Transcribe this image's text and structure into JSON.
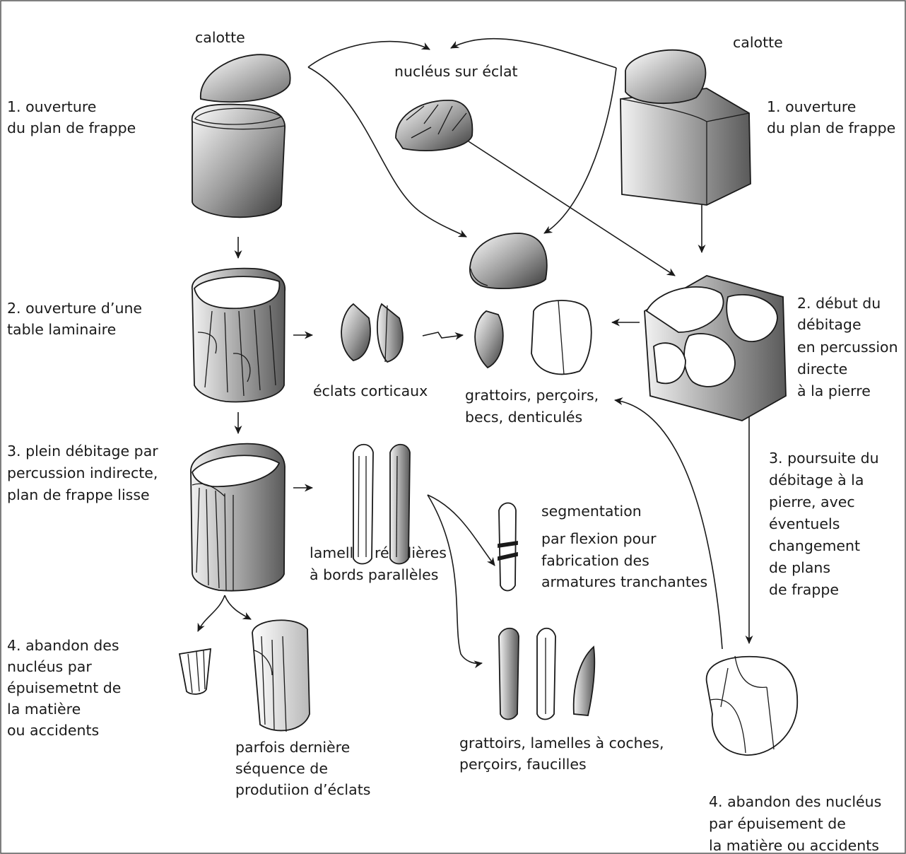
{
  "left_sequence": {
    "calotte": "calotte",
    "step1": [
      "1. ouverture",
      "du plan de frappe"
    ],
    "step2": [
      "2. ouverture d’une",
      "table laminaire"
    ],
    "step3": [
      "3. plein débitage par",
      "percussion indirecte,",
      "plan de frappe lisse"
    ],
    "step4": [
      "4. abandon des",
      "nucléus par",
      "épuisemetnt de",
      "la matière",
      "ou accidents"
    ]
  },
  "right_sequence": {
    "calotte": "calotte",
    "step1": [
      "1. ouverture",
      "du plan de frappe"
    ],
    "step2": [
      "2. début du",
      "débitage",
      "en percussion",
      "directe",
      "à la pierre"
    ],
    "step3": [
      "3. poursuite du",
      "débitage à la",
      "pierre, avec",
      "éventuels",
      "changement",
      "de plans",
      "de frappe"
    ],
    "step4": [
      "4. abandon des nucléus",
      "par épuisement de",
      "la matière ou accidents"
    ]
  },
  "products": {
    "nucleus_on_flake": "nucléus sur éclat",
    "cortical_flakes": "éclats corticaux",
    "flake_tools": [
      "grattoirs, perçoirs,",
      "becs, denticulés"
    ],
    "bladelets": [
      "lamelles régulières",
      "à bords parallèles"
    ],
    "segmentation": [
      "segmentation",
      "par flexion pour",
      "fabrication des",
      "armatures tranchantes"
    ],
    "bladelet_tools": [
      "grattoirs, lamelles à coches,",
      "perçoirs, faucilles"
    ],
    "last_sequence": [
      "parfois dernière",
      "séquence de",
      "produtiion d’éclats"
    ]
  }
}
